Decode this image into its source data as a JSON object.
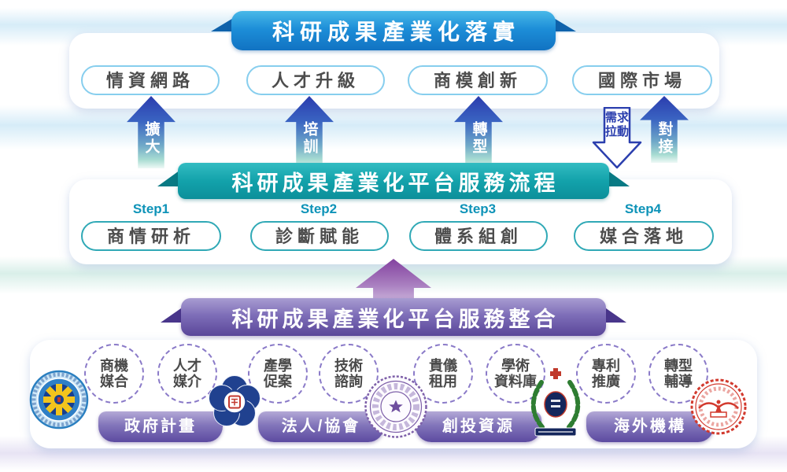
{
  "colors": {
    "top_banner_blue": "#1d8ed8",
    "mid_banner_teal": "#13a2ab",
    "bottom_banner_purple": "#7e6eb8",
    "arrow_gradient_top": "#2b3cae",
    "arrow_gradient_bottom": "#a8dcd2",
    "step_label_teal": "#0e93b8",
    "dashed_circle_purple": "#8a7ac8",
    "box_text_gray": "#4d4d4d"
  },
  "layers": {
    "top": {
      "banner": "科研成果產業化落實",
      "items": [
        "情資網路",
        "人才升級",
        "商模創新",
        "國際市場"
      ]
    },
    "arrows": {
      "up1": "擴大",
      "up2": "培訓",
      "up3": "轉型",
      "down": {
        "line1": "需求",
        "line2": "拉動"
      },
      "up4": "對接"
    },
    "middle": {
      "banner": "科研成果產業化平台服務流程",
      "steps": [
        {
          "step": "Step1",
          "label": "商情研析"
        },
        {
          "step": "Step2",
          "label": "診斷賦能"
        },
        {
          "step": "Step3",
          "label": "體系組創"
        },
        {
          "step": "Step4",
          "label": "媒合落地"
        }
      ]
    },
    "bottom": {
      "banner": "科研成果產業化平台服務整合",
      "services": [
        {
          "line1": "商機",
          "line2": "媒合"
        },
        {
          "line1": "人才",
          "line2": "媒介"
        },
        {
          "line1": "產學",
          "line2": "促案"
        },
        {
          "line1": "技術",
          "line2": "諮詢"
        },
        {
          "line1": "貴儀",
          "line2": "租用"
        },
        {
          "line1": "學術",
          "line2": "資料庫"
        },
        {
          "line1": "專利",
          "line2": "推廣"
        },
        {
          "line1": "轉型",
          "line2": "輔導"
        }
      ],
      "channels": [
        "政府計畫",
        "法人/協會",
        "創投資源",
        "海外機構"
      ],
      "logos": [
        "blue-gear-university-seal",
        "plum-blossom-university-seal",
        "sunburst-university-seal",
        "laurel-wreath-university-seal",
        "red-gear-university-seal"
      ]
    }
  }
}
